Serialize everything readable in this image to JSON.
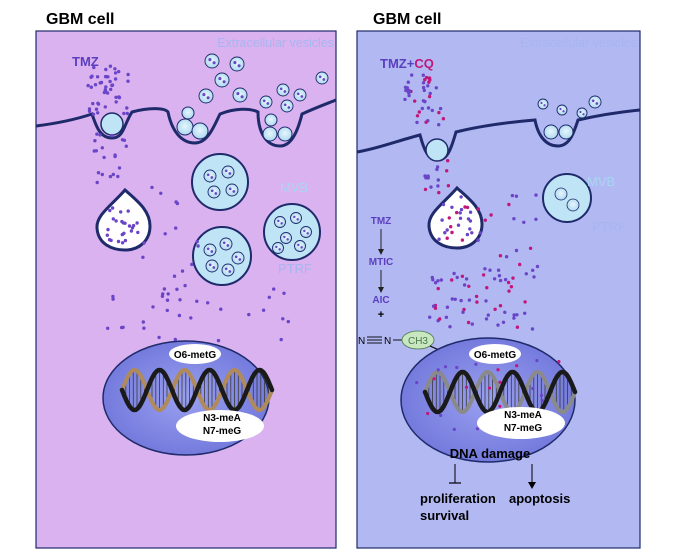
{
  "left_panel": {
    "title": "GBM cell",
    "extracellular_label": "Extracellular vesicles",
    "drug_label": "TMZ",
    "mvb_label": "MVB",
    "ptrf_label": "PTRF",
    "nucleus_label_top": "O6-metG",
    "nucleus_label_bottom_1": "N3-meA",
    "nucleus_label_bottom_2": "N7-meG"
  },
  "right_panel": {
    "title": "GBM cell",
    "extracellular_label": "Extracellular vesicles",
    "drug_label_a": "TMZ+",
    "drug_label_b": "CQ",
    "mvb_label": "MVB",
    "ptrf_label": "PTRF",
    "pathway": [
      "TMZ",
      "MTIC",
      "AIC",
      "+"
    ],
    "diazo_prefix": "N",
    "diazo_mid": "N",
    "methyl_group": "CH3",
    "nucleus_label_top": "O6-metG",
    "nucleus_label_bottom_1": "N3-meA",
    "nucleus_label_bottom_2": "N7-meG",
    "dna_damage": "DNA damage",
    "outcome_1a": "proliferation",
    "outcome_1b": "survival",
    "outcome_2": "apoptosis"
  },
  "colors": {
    "left_bg": "#d9b2ef",
    "right_bg": "#b2b8f2",
    "membrane": "#1f2a6b",
    "vesicle_fill": "#bfe4f5",
    "nucleus_fill": "#7f86e6",
    "tmz_dot": "#6a45c8",
    "cq_dot": "#c0177a",
    "label_light": "#a7b6f0",
    "drug_text": "#5b3fbf"
  }
}
